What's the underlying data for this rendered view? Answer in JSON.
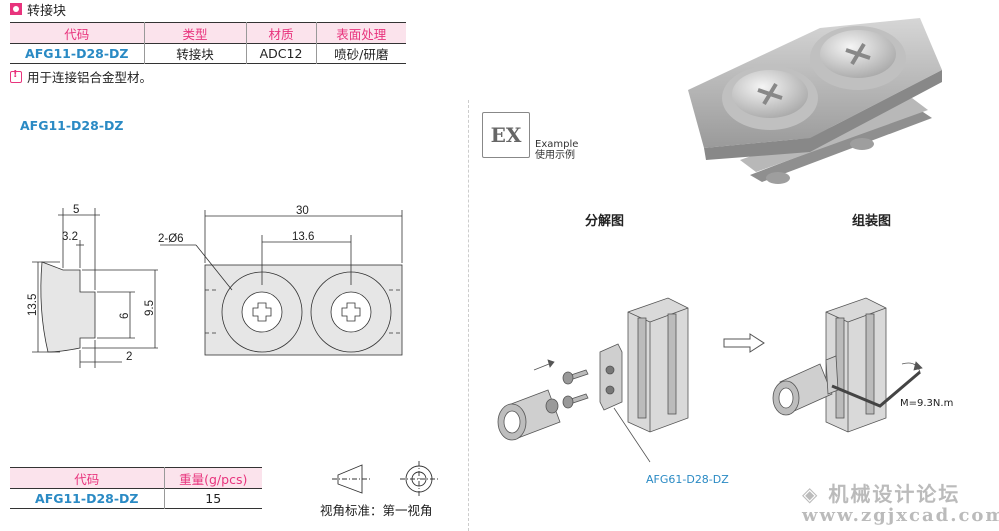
{
  "header": {
    "title": "转接块"
  },
  "spec_table": {
    "headers": [
      "代码",
      "类型",
      "材质",
      "表面处理"
    ],
    "row": [
      "AFG11-D28-DZ",
      "转接块",
      "ADC12",
      "喷砂/研磨"
    ]
  },
  "note": "用于连接铝合金型材。",
  "model_label": "AFG11-D28-DZ",
  "drawing": {
    "dims": {
      "d5": "5",
      "d3_2": "3.2",
      "d13_5": "13.5",
      "d6": "6",
      "d9_5": "9.5",
      "d2": "2",
      "d30": "30",
      "d13_6": "13.6",
      "hole": "2-Ø6"
    }
  },
  "weight_table": {
    "headers": [
      "代码",
      "重量(g/pcs)"
    ],
    "row": [
      "AFG11-D28-DZ",
      "15"
    ]
  },
  "projection_label": "视角标准：第一视角",
  "example": {
    "badge": "EX",
    "line1": "Example",
    "line2": "使用示例"
  },
  "assembly": {
    "exploded_title": "分解图",
    "assembled_title": "组装图",
    "part_label": "AFG61-D28-DZ",
    "torque": "M=9.3N.m"
  },
  "watermark": {
    "line1": "机械设计论坛",
    "line2": "www.zgjxcad.com"
  },
  "colors": {
    "accent_pink": "#e8347d",
    "code_blue": "#2a8ac4",
    "header_bg": "#fbe3ec"
  }
}
